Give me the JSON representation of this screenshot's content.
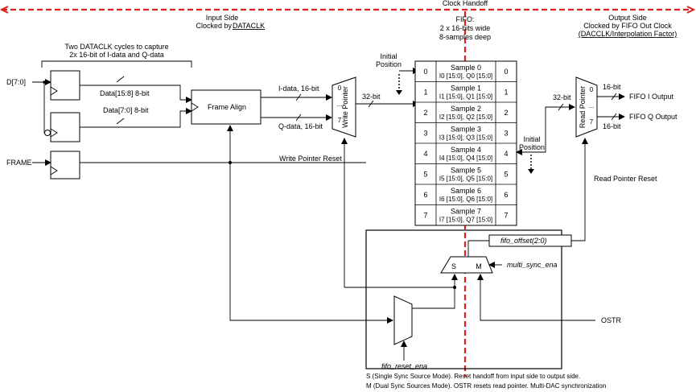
{
  "clock_handoff": "Clock Handoff",
  "input_side": {
    "line1": "Input Side",
    "line2": "Clocked by ",
    "clock": "DATACLK"
  },
  "output_side": {
    "line1": "Output Side",
    "line2": "Clocked by FIFO Out Clock",
    "line3": "(DACCLK/Interpolation Factor)"
  },
  "capture_note": {
    "line1": "Two DATACLK cycles to capture",
    "line2": "2x 16-bit of I-data and Q-data"
  },
  "inputs": {
    "d": "D[7:0]",
    "frame": "FRAME",
    "ostr": "OSTR"
  },
  "buses": {
    "data_hi": "Data[15:8] 8-bit",
    "data_lo": "Data[7:0] 8-bit",
    "i_data": "I-data, 16-bit",
    "q_data": "Q-data, 16-bit",
    "bus32_in": "32-bit",
    "bus32_out": "32-bit",
    "out16_i": "16-bit",
    "out16_q": "16-bit"
  },
  "blocks": {
    "frame_align": "Frame Align"
  },
  "write_pointer": {
    "label": "Write Pointer",
    "range_top": "0",
    "range_mid": "...",
    "range_bot": "7"
  },
  "read_pointer": {
    "label": "Read Pointer",
    "range_top": "0",
    "range_mid": "...",
    "range_bot": "7"
  },
  "fifo": {
    "title": "FIFO:",
    "line2": "2 x 16-bits wide",
    "line3": "8-samples deep",
    "rows": [
      {
        "index": "0",
        "name": "Sample 0",
        "detail": "I0 [15:0], Q0 [15:0]"
      },
      {
        "index": "1",
        "name": "Sample 1",
        "detail": "I1 [15:0], Q1 [15:0]"
      },
      {
        "index": "2",
        "name": "Sample 2",
        "detail": "I2 [15:0], Q2 [15:0]"
      },
      {
        "index": "3",
        "name": "Sample 3",
        "detail": "I3 [15:0], Q3 [15:0]"
      },
      {
        "index": "4",
        "name": "Sample 4",
        "detail": "I4 [15:0], Q4 [15:0]"
      },
      {
        "index": "5",
        "name": "Sample 5",
        "detail": "I5 [15:0], Q5 [15:0]"
      },
      {
        "index": "6",
        "name": "Sample 6",
        "detail": "I6 [15:0], Q6 [15:0]"
      },
      {
        "index": "7",
        "name": "Sample 7",
        "detail": "I7 [15:0], Q7 [15:0]"
      }
    ]
  },
  "initial_position": {
    "line1": "Initial",
    "line2": "Position"
  },
  "outputs": {
    "i": "FIFO I Output",
    "q": "FIFO Q Output"
  },
  "resets": {
    "write": "Write Pointer Reset",
    "read": "Read Pointer Reset"
  },
  "sync": {
    "fifo_offset": "fifo_offset(2:0)",
    "multi_sync_ena": "multi_sync_ena",
    "fifo_reset_ena": "fifo_reset_ena",
    "mux_s": "S",
    "mux_m": "M"
  },
  "footnotes": {
    "s": "S (Single Sync Source Mode). Reset handoff from input side to output side.",
    "m": "M (Dual Sync Sources Mode). OSTR resets read pointer. Multi-DAC synchronization"
  }
}
